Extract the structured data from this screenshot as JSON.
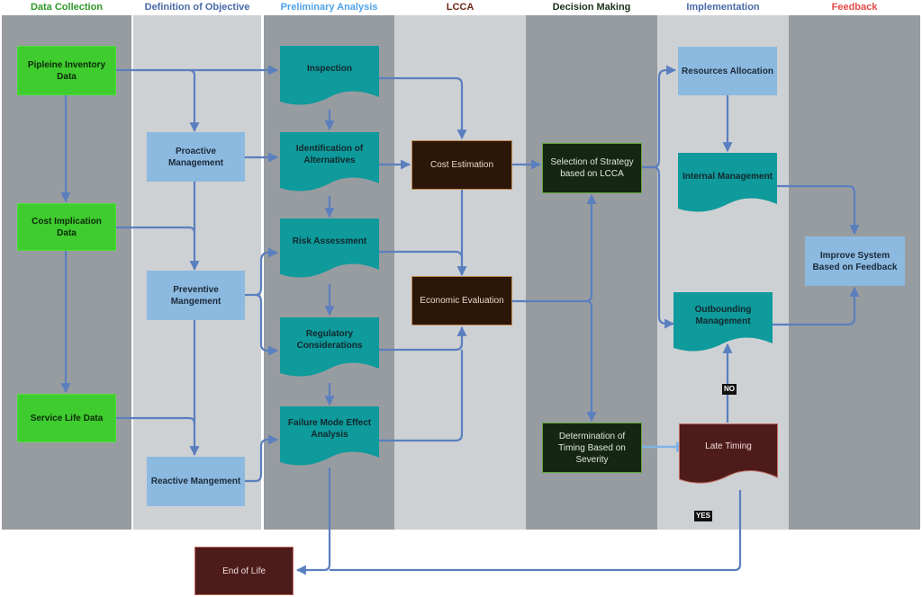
{
  "lanes": [
    {
      "title": "Data Collection",
      "color": "#2e9a2a"
    },
    {
      "title": "Definition of Objective",
      "color": "#4a6aa8"
    },
    {
      "title": "Preliminary Analysis",
      "color": "#4fa3e8"
    },
    {
      "title": "LCCA",
      "color": "#6b2a14"
    },
    {
      "title": "Decision Making",
      "color": "#1b3318"
    },
    {
      "title": "Implementation",
      "color": "#4a6aa8"
    },
    {
      "title": "Feedback",
      "color": "#e84a4a"
    }
  ],
  "nodes": {
    "pipeline_inventory": "Pipleine Inventory Data",
    "cost_implication": "Cost Implication Data",
    "service_life": "Service Life Data",
    "proactive": "Proactive Management",
    "preventive": "Preventive Mangement",
    "reactive": "Reactive Mangement",
    "inspection": "Inspection",
    "identification": "Identification of Alternatives",
    "risk": "Risk Assessment",
    "regulatory": "Regulatory Considerations",
    "fmea": "Failure Mode Effect Analysis",
    "cost_estimation": "Cost Estimation",
    "economic": "Economic Evaluation",
    "selection": "Selection of Strategy based on LCCA",
    "determination": "Determination of Timing Based on Severity",
    "resources": "Resources Allocation",
    "internal": "Internal Management",
    "outbounding": "Outbounding Management",
    "late_timing": "Late Timing",
    "improve": "Improve System Based on Feedback",
    "end_of_life": "End of Life"
  },
  "labels": {
    "no": "NO",
    "yes": "YES"
  },
  "colors": {
    "connector": "#5a7fbf",
    "teal": "#0f9a9c",
    "late_timing": "#4d1c1a"
  }
}
